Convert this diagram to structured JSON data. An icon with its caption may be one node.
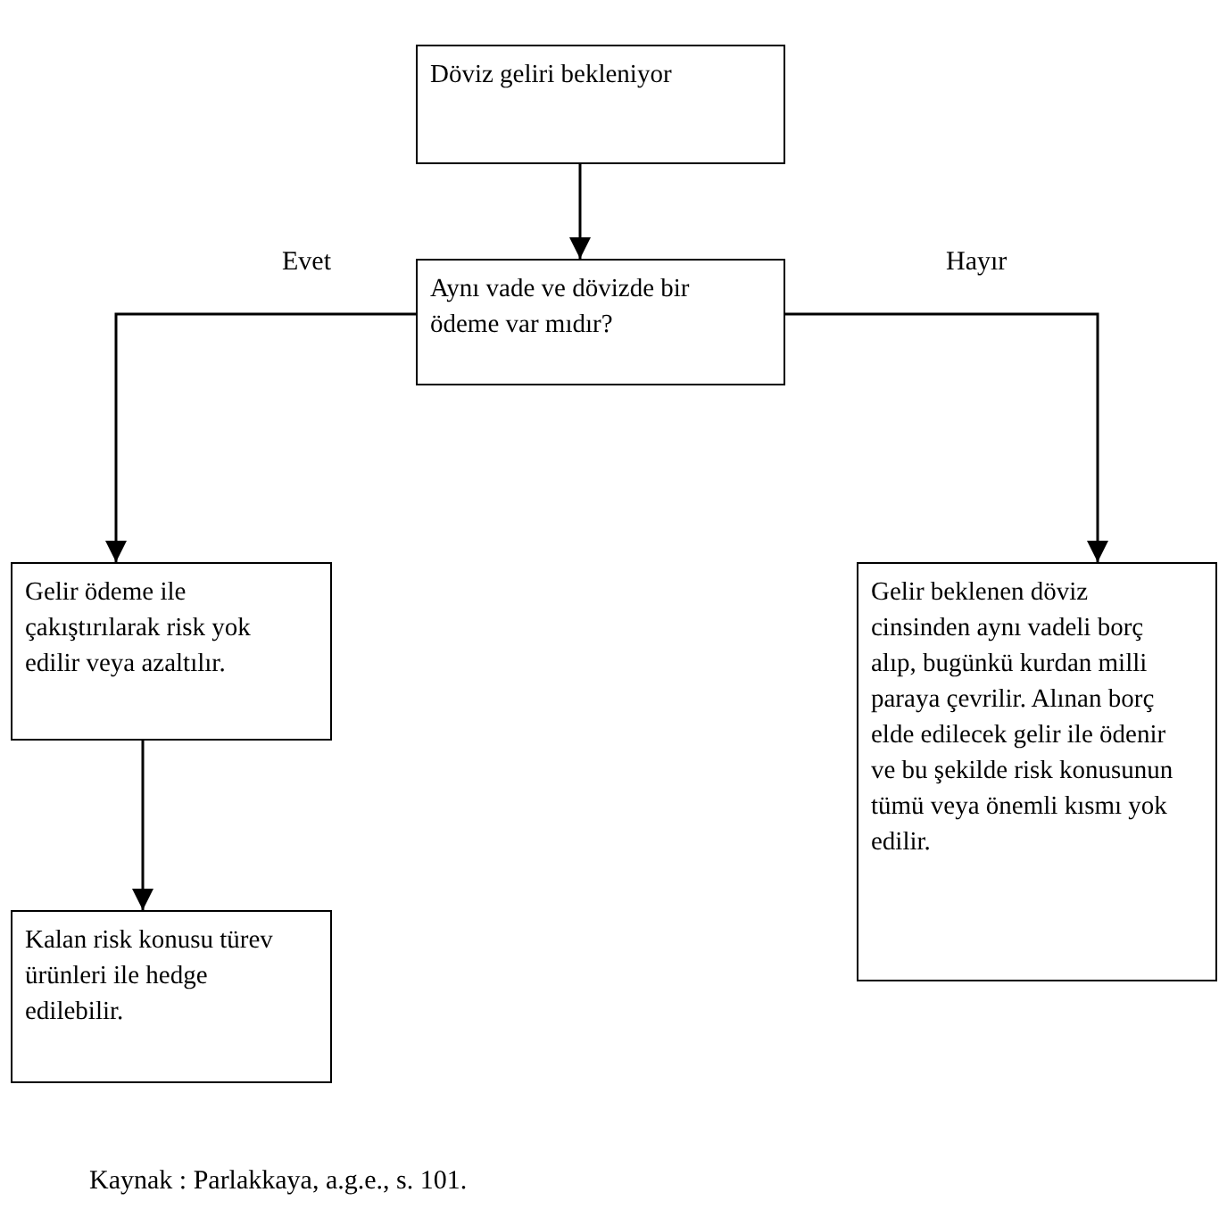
{
  "diagram": {
    "caption": "Kaynak : Parlakkaya, a.g.e., s. 101.",
    "nodes": [
      {
        "text": [
          "Döviz geliri bekleniyor"
        ]
      },
      {
        "text": [
          "Aynı vade ve dövizde bir ödeme var mıdır?"
        ]
      },
      {
        "text": [
          "Gelir ödeme ile çakıştırılarak risk yok edilir veya azaltılır."
        ]
      },
      {
        "text": [
          "Gelir beklenen döviz cinsinden aynı vadeli borç alıp, bugünkü kurdan milli paraya çevrilir. Alınan borç elde edilecek gelir ile ödenir ve bu şekilde risk konusunun tümü veya önemli kısmı yok edilir."
        ]
      },
      {
        "text": [
          "Kalan risk konusu türev ürünleri ile hedge edilebilir."
        ]
      }
    ],
    "edges": [
      {
        "from": 0,
        "to": 1,
        "arrow": "to"
      },
      {
        "from": 1,
        "to": 2,
        "arrow": "to",
        "label": "Evet"
      },
      {
        "from": 1,
        "to": 3,
        "arrow": "to",
        "label": "Hayır"
      },
      {
        "from": 2,
        "to": 4,
        "arrow": "to"
      }
    ]
  }
}
